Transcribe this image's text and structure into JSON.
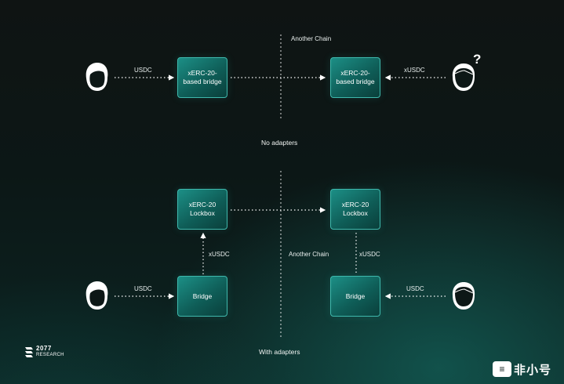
{
  "top": {
    "left_bridge_label": "xERC-20-based bridge",
    "right_bridge_label": "xERC-20-based bridge",
    "left_flow_label": "USDC",
    "right_flow_label": "xUSDC",
    "chain_label": "Another Chain",
    "question_mark": "?",
    "caption": "No adapters"
  },
  "bottom": {
    "left_lockbox_label": "xERC-20 Lockbox",
    "right_lockbox_label": "xERC-20 Lockbox",
    "left_bridge_label": "Bridge",
    "right_bridge_label": "Bridge",
    "left_user_flow_label": "USDC",
    "right_user_flow_label": "USDC",
    "left_vertical_label": "xUSDC",
    "right_vertical_label": "xUSDC",
    "chain_label": "Another Chain",
    "caption": "With adapters"
  },
  "branding": {
    "logo_number": "2077",
    "logo_subtext": "RESEARCH",
    "watermark_text": "非小号"
  },
  "icons": {
    "user": "person-head-icon",
    "logo": "2077-research-logo-icon",
    "watermark": "feixiaohao-watermark-icon"
  },
  "colors": {
    "box_fill": "#1c8f86",
    "box_border": "#3fb8ac",
    "background": "#0c1716",
    "text": "#ffffff"
  }
}
